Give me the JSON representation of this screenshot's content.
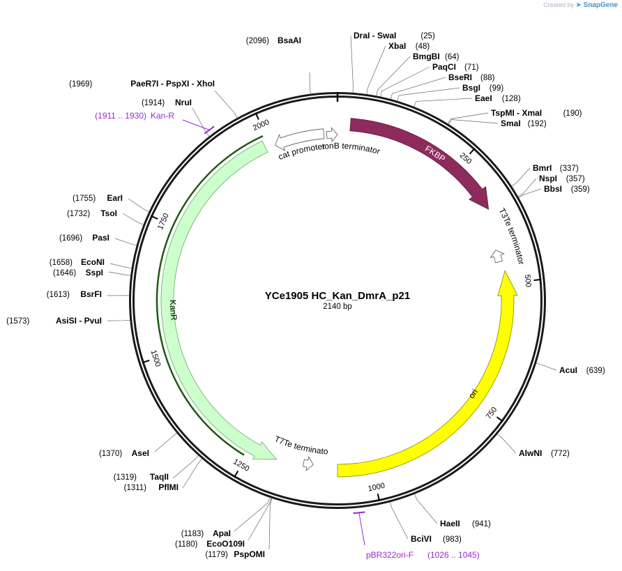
{
  "watermark": {
    "prefix": "Created by",
    "brand": "SnapGene"
  },
  "plasmid": {
    "name": "YCe1905 HC_Kan_DmrA_p21",
    "size_label": "2140 bp",
    "length": 2140
  },
  "colors": {
    "backbone": "#1a1a1a",
    "fkbp": "#8e2b5c",
    "ori": "#ffff00",
    "kanr": "#ccffcc",
    "kanr_outline": "#2e7d1e",
    "primer": "#9b27d6",
    "terminator": "#ffffff"
  },
  "ticks": [
    {
      "pos": 250,
      "label": "250"
    },
    {
      "pos": 500,
      "label": "500"
    },
    {
      "pos": 750,
      "label": "750"
    },
    {
      "pos": 1000,
      "label": "1000"
    },
    {
      "pos": 1250,
      "label": "1250"
    },
    {
      "pos": 1500,
      "label": "1500"
    },
    {
      "pos": 1750,
      "label": "1750"
    },
    {
      "pos": 2000,
      "label": "2000"
    }
  ],
  "features": [
    {
      "name": "FKBP",
      "label": "FKBP",
      "start": 25,
      "end": 350,
      "type": "cds",
      "direction": 1,
      "color": "#8e2b5c",
      "label_mode": "inside"
    },
    {
      "name": "ori",
      "label": "ori",
      "start": 475,
      "end": 1070,
      "type": "origin",
      "direction": -1,
      "color": "#ffff00",
      "label_mode": "inside"
    },
    {
      "name": "KanR",
      "label": "KanR",
      "start": 1195,
      "end": 1990,
      "type": "cds",
      "direction": -1,
      "color": "#ccffcc",
      "label_mode": "inside"
    },
    {
      "name": "cat promoter",
      "label": "cat promoter",
      "start": 2010,
      "end": 2112,
      "type": "promoter",
      "direction": -1,
      "color": "#ffffff",
      "label_mode": "below"
    },
    {
      "name": "tonB terminator",
      "label": "tonB terminator",
      "start": 2118,
      "end": 2140,
      "type": "terminator",
      "direction": 1,
      "color": "#ffffff",
      "label_mode": "below"
    },
    {
      "name": "T3Te terminator",
      "label": "T3Te terminator",
      "start": 430,
      "end": 455,
      "type": "terminator",
      "direction": -1,
      "color": "#ffffff",
      "label_mode": "curve"
    },
    {
      "name": "T7Te terminator",
      "label": "T7Te terminator",
      "start": 1120,
      "end": 1140,
      "type": "terminator",
      "direction": -1,
      "color": "#ffffff",
      "label_mode": "curve"
    }
  ],
  "primers": [
    {
      "name": "Kan-R",
      "range": "(1911 .. 1930)",
      "start": 1911,
      "end": 1930
    },
    {
      "name": "pBR322ori-F",
      "range": "(1026 .. 1045)",
      "start": 1026,
      "end": 1045
    }
  ],
  "sites": [
    {
      "id": "s1",
      "label": "BsaAI",
      "position": "(2096)",
      "pos": 2096
    },
    {
      "id": "s2",
      "label": "DraI  - SwaI",
      "position": "(25)",
      "pos": 25
    },
    {
      "id": "s3",
      "label": "XbaI",
      "position": "(48)",
      "pos": 48
    },
    {
      "id": "s4",
      "label": "BmgBI",
      "position": "(64)",
      "pos": 64
    },
    {
      "id": "s5",
      "label": "PaqCI",
      "position": "(71)",
      "pos": 71
    },
    {
      "id": "s6",
      "label": "BseRI",
      "position": "(88)",
      "pos": 88
    },
    {
      "id": "s7",
      "label": "BsgI",
      "position": "(99)",
      "pos": 99
    },
    {
      "id": "s8",
      "label": "EaeI",
      "position": "(128)",
      "pos": 128
    },
    {
      "id": "s9",
      "label": "TspMI  - XmaI",
      "position": "(190)",
      "pos": 190
    },
    {
      "id": "s10",
      "label": "SmaI",
      "position": "(192)",
      "pos": 192
    },
    {
      "id": "s11",
      "label": "BmrI",
      "position": "(337)",
      "pos": 337
    },
    {
      "id": "s12",
      "label": "NspI",
      "position": "(357)",
      "pos": 357
    },
    {
      "id": "s13",
      "label": "BbsI",
      "position": "(359)",
      "pos": 359
    },
    {
      "id": "s14",
      "label": "AcuI",
      "position": "(639)",
      "pos": 639
    },
    {
      "id": "s15",
      "label": "AlwNI",
      "position": "(772)",
      "pos": 772
    },
    {
      "id": "s16",
      "label": "HaeII",
      "position": "(941)",
      "pos": 941
    },
    {
      "id": "s17",
      "label": "BciVI",
      "position": "(983)",
      "pos": 983
    },
    {
      "id": "s18",
      "label": "PspOMI",
      "position": "(1179)",
      "pos": 1179
    },
    {
      "id": "s19",
      "label": "EcoO109I",
      "position": "(1180)",
      "pos": 1180
    },
    {
      "id": "s20",
      "label": "ApaI",
      "position": "(1183)",
      "pos": 1183
    },
    {
      "id": "s21",
      "label": "PflMI",
      "position": "(1311)",
      "pos": 1311
    },
    {
      "id": "s22",
      "label": "TaqII",
      "position": "(1319)",
      "pos": 1319
    },
    {
      "id": "s23",
      "label": "AseI",
      "position": "(1370)",
      "pos": 1370
    },
    {
      "id": "s24",
      "label": "AsiSI  - PvuI",
      "position": "(1573)",
      "pos": 1573
    },
    {
      "id": "s25",
      "label": "BsrFI",
      "position": "(1613)",
      "pos": 1613
    },
    {
      "id": "s26",
      "label": "SspI",
      "position": "(1646)",
      "pos": 1646
    },
    {
      "id": "s27",
      "label": "EcoNI",
      "position": "(1658)",
      "pos": 1658
    },
    {
      "id": "s28",
      "label": "PasI",
      "position": "(1696)",
      "pos": 1696
    },
    {
      "id": "s29",
      "label": "TsoI",
      "position": "(1732)",
      "pos": 1732
    },
    {
      "id": "s30",
      "label": "EarI",
      "position": "(1755)",
      "pos": 1755
    },
    {
      "id": "s31",
      "label": "NruI",
      "position": "(1914)",
      "pos": 1914
    },
    {
      "id": "s32",
      "label": "PaeR7I  - PspXI  - XhoI",
      "position": "(1969)",
      "pos": 1969
    }
  ]
}
